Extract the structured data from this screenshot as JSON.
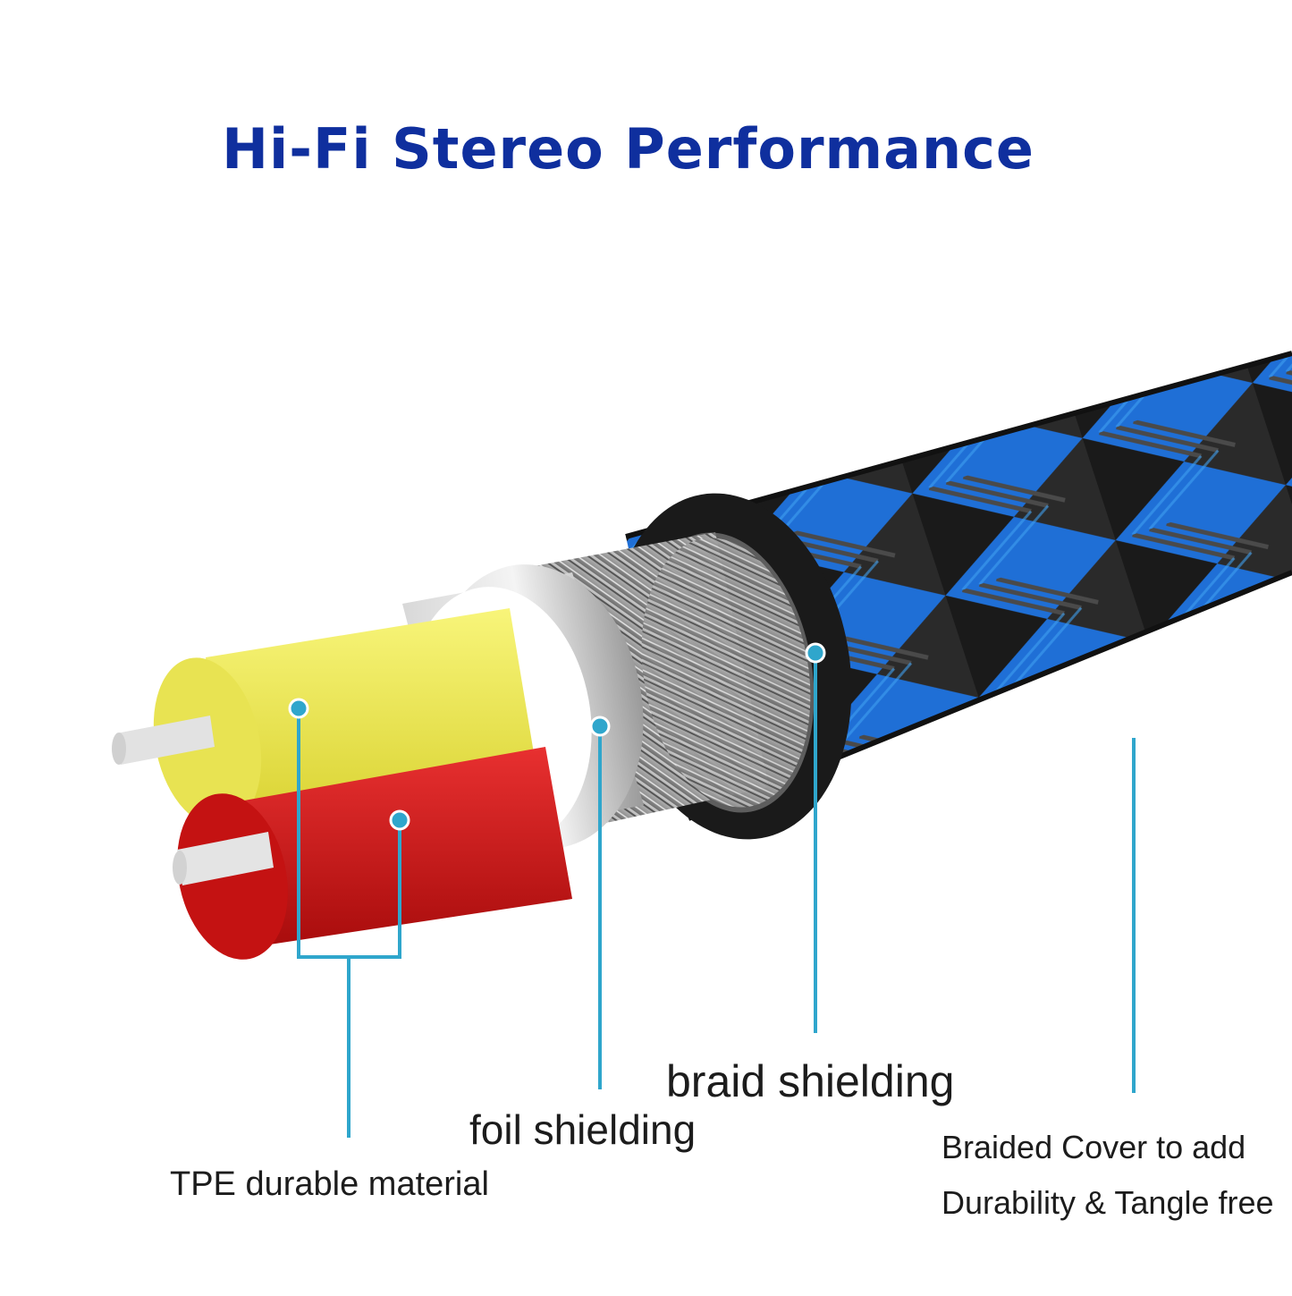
{
  "title": "Hi-Fi Stereo Performance",
  "labels": {
    "tpe": "TPE durable material",
    "foil": "foil shielding",
    "braid": "braid shielding",
    "cover_line1": "Braided Cover to add",
    "cover_line2": "Durability & Tangle free"
  },
  "colors": {
    "title": "#0f2f9e",
    "callout": "#2fa6cc",
    "yellow_wire": "#f2ee55",
    "red_wire": "#d81818",
    "braid_blue": "#1f6fd6",
    "jacket": "#1a1a1a"
  }
}
